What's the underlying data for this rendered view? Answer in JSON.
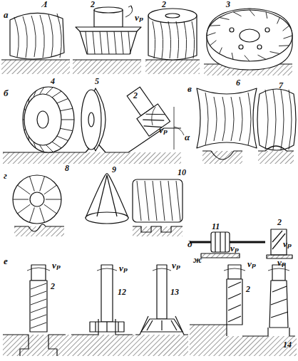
{
  "diagram": {
    "labels": [
      "а",
      "1",
      "2",
      "vₚ",
      "2",
      "3",
      "б",
      "4",
      "5",
      "2",
      "vₚ",
      "α",
      "в",
      "6",
      "7",
      "г",
      "8",
      "9",
      "10",
      "д",
      "11",
      "vₚ",
      "2",
      "vₚ",
      "е",
      "2",
      "vₚ",
      "12",
      "vₚ",
      "13",
      "vₚ",
      "ж",
      "vₚ",
      "2",
      "14",
      "vₚ"
    ]
  }
}
